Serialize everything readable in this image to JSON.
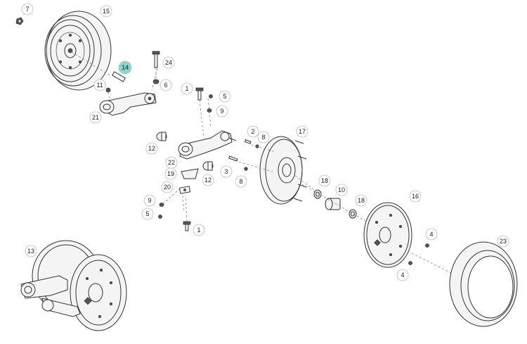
{
  "callouts": [
    {
      "id": "c7",
      "text": "7"
    },
    {
      "id": "c15",
      "text": "15"
    },
    {
      "id": "c14",
      "text": "14",
      "highlight": true
    },
    {
      "id": "c24",
      "text": "24"
    },
    {
      "id": "c6",
      "text": "6"
    },
    {
      "id": "c11",
      "text": "11"
    },
    {
      "id": "c21",
      "text": "21"
    },
    {
      "id": "c1a",
      "text": "1"
    },
    {
      "id": "c5a",
      "text": "5"
    },
    {
      "id": "c9a",
      "text": "9"
    },
    {
      "id": "c17",
      "text": "17"
    },
    {
      "id": "c2",
      "text": "2"
    },
    {
      "id": "c8a",
      "text": "8"
    },
    {
      "id": "c12a",
      "text": "12"
    },
    {
      "id": "c22",
      "text": "22"
    },
    {
      "id": "c3",
      "text": "3"
    },
    {
      "id": "c8b",
      "text": "8"
    },
    {
      "id": "c12b",
      "text": "12"
    },
    {
      "id": "c19",
      "text": "19"
    },
    {
      "id": "c20",
      "text": "20"
    },
    {
      "id": "c18a",
      "text": "18"
    },
    {
      "id": "c10",
      "text": "10"
    },
    {
      "id": "c18b",
      "text": "18"
    },
    {
      "id": "c16",
      "text": "16"
    },
    {
      "id": "c9b",
      "text": "9"
    },
    {
      "id": "c5b",
      "text": "5"
    },
    {
      "id": "c1b",
      "text": "1"
    },
    {
      "id": "c4a",
      "text": "4"
    },
    {
      "id": "c4b",
      "text": "4"
    },
    {
      "id": "c13",
      "text": "13"
    },
    {
      "id": "c23",
      "text": "23"
    }
  ],
  "colors": {
    "highlight": "#8fd3cc",
    "line": "#333333",
    "label_border": "#bdbdbd"
  }
}
